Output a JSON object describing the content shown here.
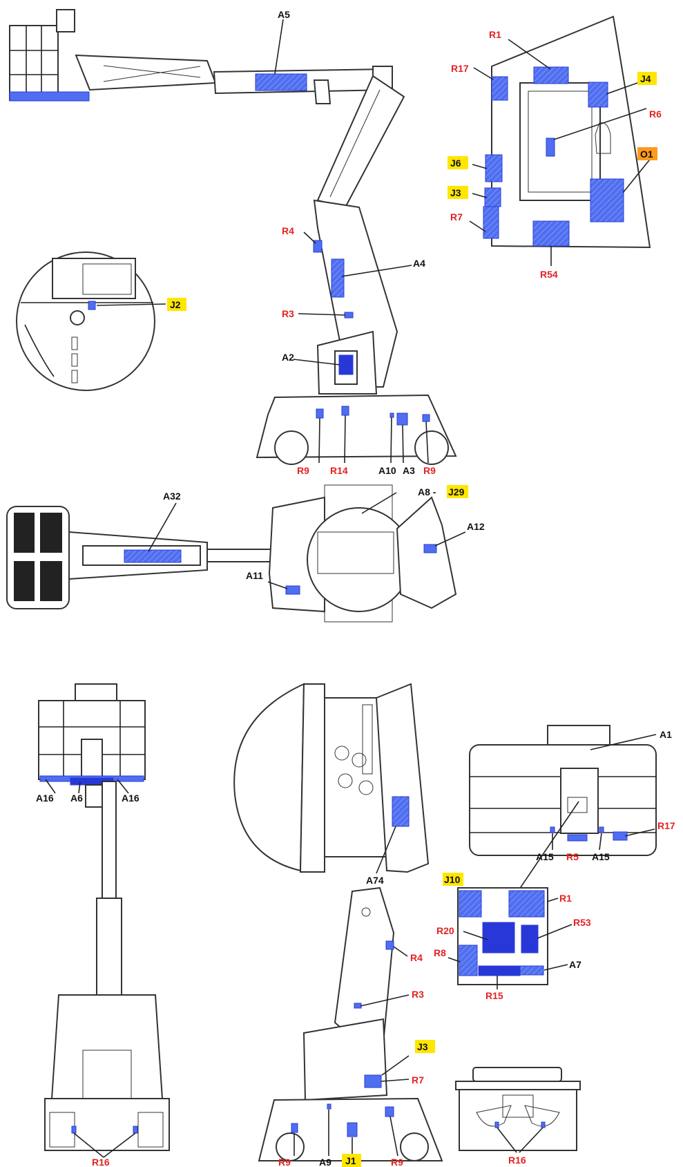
{
  "colors": {
    "sticker_blue": "#4f6ef0",
    "sticker_dark": "#2838d8",
    "label_red": "#e32222",
    "label_black": "#111111",
    "highlight_yellow": "#ffe600",
    "highlight_orange": "#ff9a1a"
  },
  "labels": {
    "a5": "A5",
    "r4_top": "R4",
    "a4": "A4",
    "r3_top": "R3",
    "a2": "A2",
    "r9_left": "R9",
    "r14": "R14",
    "a10": "A10",
    "a3": "A3",
    "r9_right": "R9",
    "j2": "J2",
    "r1_panel": "R1",
    "r17_panel": "R17",
    "j4": "J4",
    "r6": "R6",
    "o1": "O1",
    "j6": "J6",
    "j3_panel": "J3",
    "r7_panel": "R7",
    "r54": "R54",
    "a32": "A32",
    "a8": "A8 -",
    "j29": "J29",
    "a12": "A12",
    "a11": "A11",
    "a16_left": "A16",
    "a6": "A6",
    "a16_right": "A16",
    "r16_left": "R16",
    "a74": "A74",
    "a1": "A1",
    "r17_basket": "R17",
    "a15_left": "A15",
    "r5": "R5",
    "a15_right": "A15",
    "j10": "J10",
    "r1_box": "R1",
    "r20": "R20",
    "r53": "R53",
    "r8": "R8",
    "a7": "A7",
    "r15": "R15",
    "r4_bottom": "R4",
    "r3_bottom": "R3",
    "j3_bottom": "J3",
    "r7_bottom": "R7",
    "r9_bl": "R9",
    "a9": "A9",
    "j1": "J1",
    "r9_br": "R9",
    "r16_right": "R16"
  }
}
